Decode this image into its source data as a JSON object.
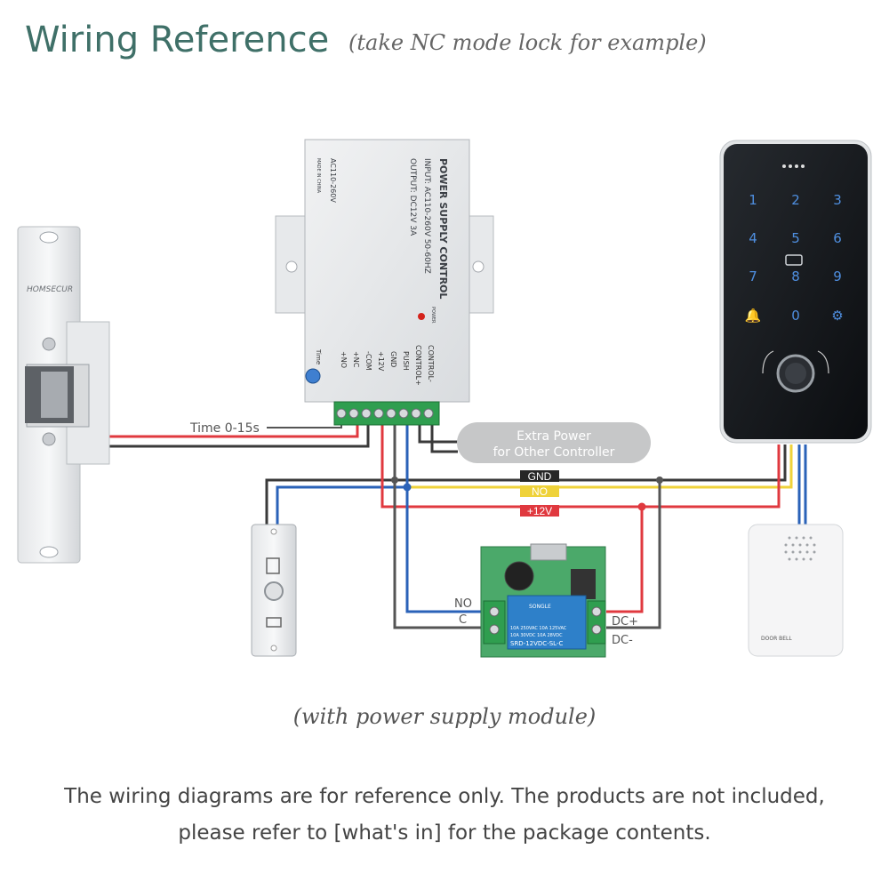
{
  "header": {
    "title": "Wiring Reference",
    "subtitle": "(take NC mode lock for example)"
  },
  "caption": "(with power supply module)",
  "notes": [
    "The wiring diagrams are for reference only. The products are not included,",
    "please refer to [what's in] for the package contents."
  ],
  "lock": {
    "brand": "HOMSECUR"
  },
  "power_supply": {
    "brand": "POWER SUPPLY CONTROL",
    "input": "INPUT: AC110-260V 50-60HZ",
    "output": "OUTPUT: DC12V  3A",
    "ac": "AC110-260V",
    "made_in": "MADE IN CHINA",
    "power": "POWER",
    "time": "Time",
    "terminals": [
      "+NO",
      "+NC",
      "-COM",
      "+12V",
      "GND",
      "PUSH",
      "CONTROL+",
      "CONTROL-"
    ]
  },
  "keypad": {
    "keys": [
      "1",
      "2",
      "3",
      "4",
      "5",
      "6",
      "7",
      "8",
      "9",
      "🔔",
      "0",
      "⚙"
    ]
  },
  "doorbell": {
    "label": "DOOR BELL"
  },
  "relay_module": {
    "relay_brand": "SONGLE",
    "relay_model": "SRD-12VDC-SL-C",
    "relay_spec1": "10A 250VAC  10A 125VAC",
    "relay_spec2": "10A 30VDC   10A 28VDC"
  },
  "labels": {
    "time_range": "Time 0-15s",
    "extra_line1": "Extra Power",
    "extra_line2": "for Other Controller",
    "gnd": "GND",
    "no": "NO",
    "v12": "+12V",
    "relay_no": "NO",
    "relay_c": "C",
    "dc_plus": "DC+",
    "dc_minus": "DC-"
  },
  "colors": {
    "title": "#3f7068",
    "wire_red": "#e0393f",
    "wire_black": "#3a3a3a",
    "wire_blue": "#2a62b8",
    "wire_yellow": "#efd23a",
    "wire_gray": "#8a8a8a",
    "terminal_green": "#2f9e4f",
    "pcb_green": "#4ba96a",
    "relay_blue": "#2e80c9"
  }
}
